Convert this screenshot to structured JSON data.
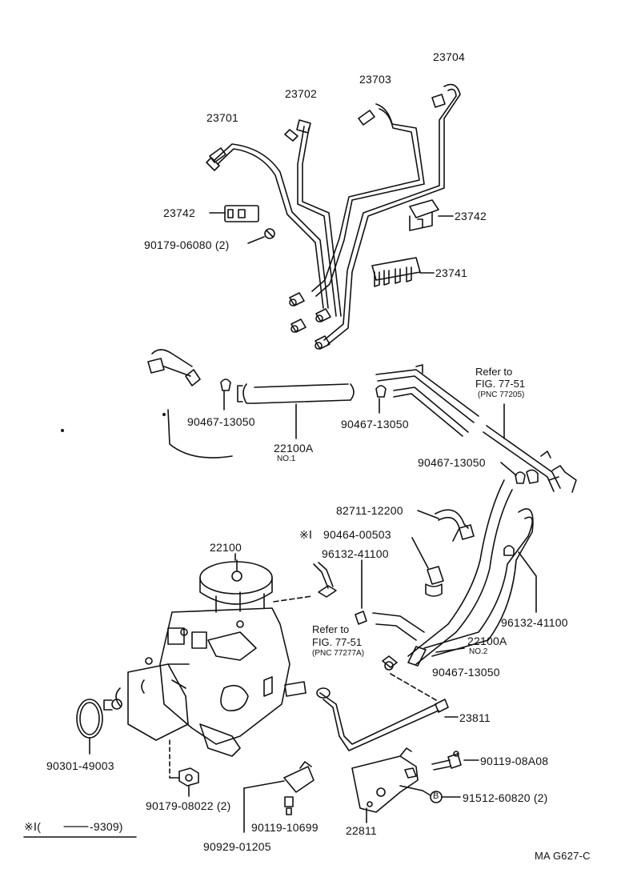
{
  "parts": {
    "p23704": "23704",
    "p23703": "23703",
    "p23702": "23702",
    "p23701": "23701",
    "p23742_left": "23742",
    "p23742_right": "23742",
    "bolt_06080": "90179-06080 (2)",
    "p23741": "23741",
    "clamp_13050_a": "90467-13050",
    "hose_22100A_no1": "22100A",
    "hose_22100A_no1_sub": "NO.1",
    "clamp_13050_b": "90467-13050",
    "clamp_13050_c": "90467-13050",
    "clip_82711": "82711-12200",
    "ring_90464_prefix": "※Ⅰ",
    "ring_90464": "90464-00503",
    "hose_96132_left": "96132-41100",
    "pump_22100": "22100",
    "hose_96132_right": "96132-41100",
    "hose_22100A_no2": "22100A",
    "hose_22100A_no2_sub": "NO.2",
    "clamp_13050_d": "90467-13050",
    "pipe_23811": "23811",
    "oring_90301": "90301-49003",
    "bolt_08A08": "90119-08A08",
    "nut_08022": "90179-08022 (2)",
    "bolt_60820_marker": "B",
    "bolt_60820": "91512-60820 (2)",
    "bolt_10699": "90119-10699",
    "sensor_22811": "22811",
    "clip_01205": "90929-01205"
  },
  "refs": {
    "top_refer": "Refer to",
    "top_fig": "FIG. 77-51",
    "top_pnc": "(PNC 77205)",
    "mid_refer": "Refer to",
    "mid_fig": "FIG. 77-51",
    "mid_pnc": "(PNC 77277A)"
  },
  "footnote": {
    "mark": "※Ⅰ(",
    "range": "-9309)"
  },
  "figure_code": "MA  G627-C"
}
